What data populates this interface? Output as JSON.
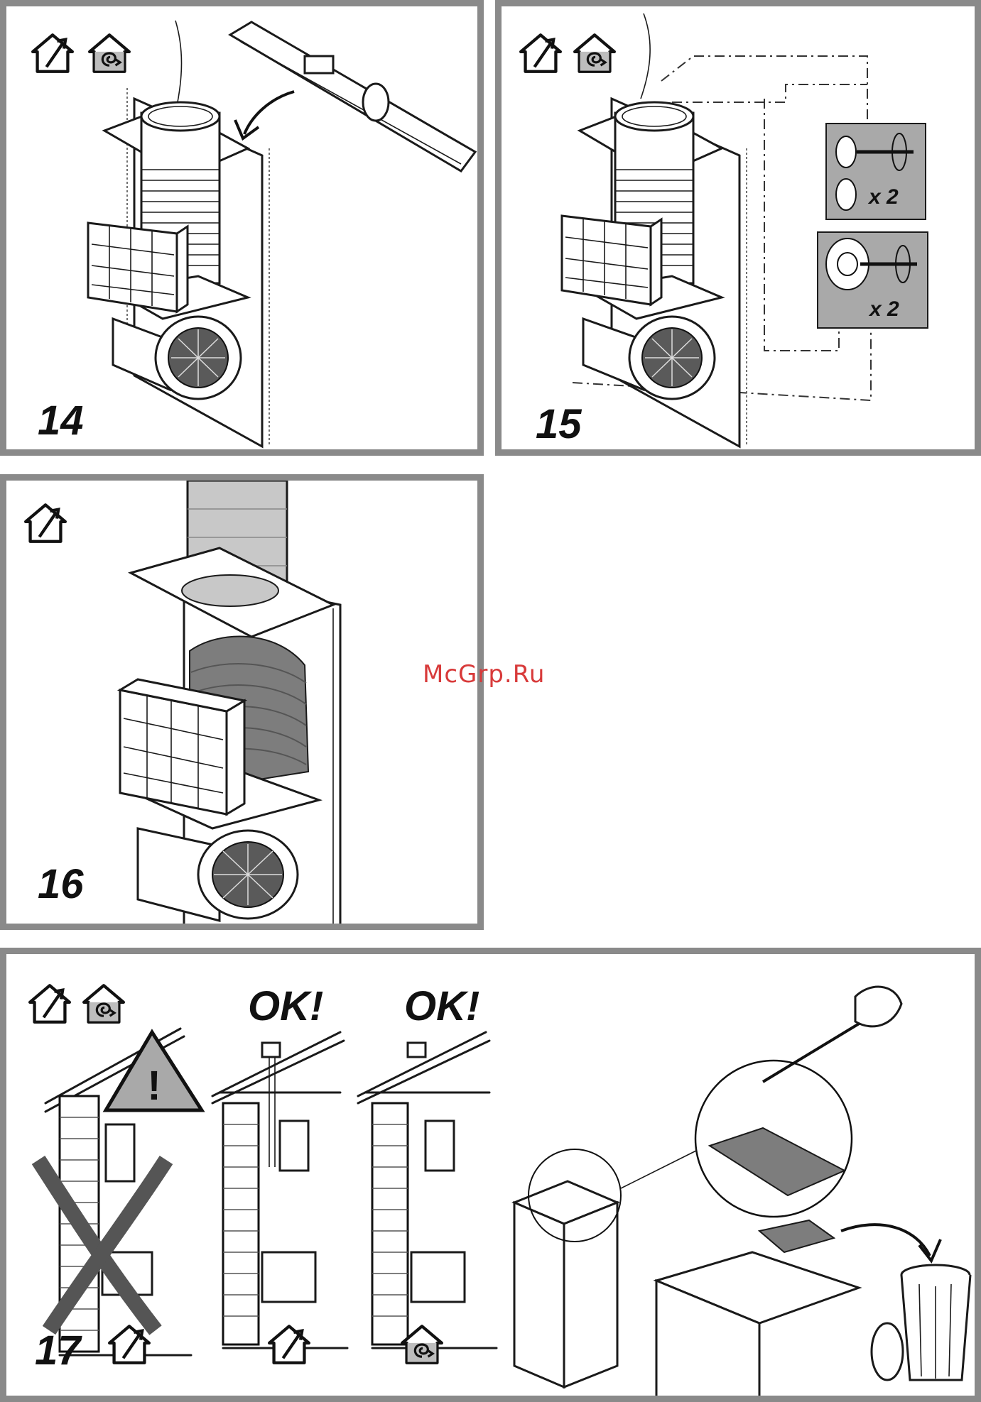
{
  "watermark": "McGrp.Ru",
  "colors": {
    "frame": "#8a8a8a",
    "detail_bg": "#a9a9a9",
    "warning": "#a9a9a9",
    "watermark": "#d83a3a"
  },
  "panels": [
    {
      "id": "step-14",
      "number": "14",
      "icons": [
        "ducted-exhaust-icon",
        "recirculation-icon"
      ]
    },
    {
      "id": "step-15",
      "number": "15",
      "icons": [
        "ducted-exhaust-icon",
        "recirculation-icon"
      ],
      "details": [
        {
          "qty": "x 2"
        },
        {
          "qty": "x 2"
        }
      ]
    },
    {
      "id": "step-16",
      "number": "16",
      "icons": [
        "ducted-exhaust-icon"
      ]
    },
    {
      "id": "step-17",
      "number": "17",
      "icons": [
        "ducted-exhaust-icon",
        "recirculation-icon"
      ],
      "ok_labels": [
        "OK!",
        "OK!"
      ],
      "warning_symbol": "!"
    }
  ]
}
